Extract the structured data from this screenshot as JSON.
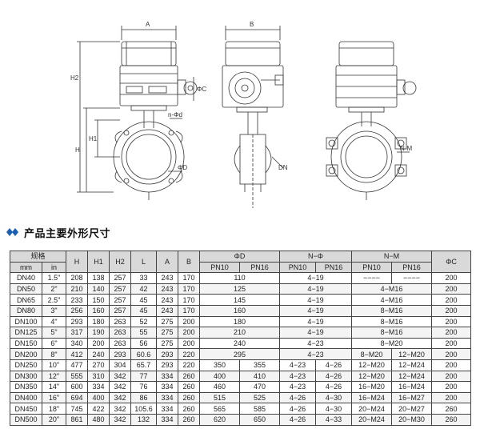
{
  "drawing": {
    "labels": [
      "A",
      "B",
      "H2",
      "H",
      "H1",
      "ΦC",
      "n-Φd",
      "ΦD",
      "DN",
      "N-M"
    ]
  },
  "section": {
    "title": "产品主要外形尺寸"
  },
  "table": {
    "header": {
      "spec": "规格",
      "mm": "mm",
      "in": "in",
      "H": "H",
      "H1": "H1",
      "H2": "H2",
      "L": "L",
      "A": "A",
      "B": "B",
      "PhiD": "ΦD",
      "NPhi": "N−Φ",
      "NM": "N−M",
      "PhiC": "ΦC",
      "PN10": "PN10",
      "PN16": "PN16"
    },
    "rows": [
      [
        "DN40",
        "1.5\"",
        "208",
        "138",
        "257",
        "33",
        "243",
        "170",
        "110",
        "",
        "4−19",
        "",
        "−−−−",
        "−−−−",
        "200"
      ],
      [
        "DN50",
        "2\"",
        "210",
        "140",
        "257",
        "42",
        "243",
        "170",
        "125",
        "",
        "4−19",
        "",
        "4−M16",
        "",
        "200"
      ],
      [
        "DN65",
        "2.5\"",
        "233",
        "150",
        "257",
        "45",
        "243",
        "170",
        "145",
        "",
        "4−19",
        "",
        "4−M16",
        "",
        "200"
      ],
      [
        "DN80",
        "3\"",
        "256",
        "160",
        "257",
        "45",
        "243",
        "170",
        "160",
        "",
        "4−19",
        "",
        "8−M16",
        "",
        "200"
      ],
      [
        "DN100",
        "4\"",
        "293",
        "180",
        "263",
        "52",
        "275",
        "200",
        "180",
        "",
        "4−19",
        "",
        "8−M16",
        "",
        "200"
      ],
      [
        "DN125",
        "5\"",
        "317",
        "190",
        "263",
        "55",
        "275",
        "200",
        "210",
        "",
        "4−19",
        "",
        "8−M16",
        "",
        "200"
      ],
      [
        "DN150",
        "6\"",
        "340",
        "200",
        "263",
        "56",
        "275",
        "200",
        "240",
        "",
        "4−23",
        "",
        "8−M20",
        "",
        "200"
      ],
      [
        "DN200",
        "8\"",
        "412",
        "240",
        "293",
        "60.6",
        "293",
        "220",
        "295",
        "",
        "4−23",
        "",
        "8−M20",
        "12−M20",
        "200"
      ],
      [
        "DN250",
        "10\"",
        "477",
        "270",
        "304",
        "65.7",
        "293",
        "220",
        "350",
        "355",
        "4−23",
        "4−26",
        "12−M20",
        "12−M24",
        "200"
      ],
      [
        "DN300",
        "12\"",
        "555",
        "310",
        "342",
        "77",
        "334",
        "260",
        "400",
        "410",
        "4−23",
        "4−26",
        "12−M20",
        "12−M24",
        "200"
      ],
      [
        "DN350",
        "14\"",
        "600",
        "334",
        "342",
        "76",
        "334",
        "260",
        "460",
        "470",
        "4−23",
        "4−26",
        "16−M20",
        "16−M24",
        "200"
      ],
      [
        "DN400",
        "16\"",
        "694",
        "400",
        "342",
        "86",
        "334",
        "260",
        "515",
        "525",
        "4−26",
        "4−30",
        "16−M24",
        "16−M27",
        "200"
      ],
      [
        "DN450",
        "18\"",
        "745",
        "422",
        "342",
        "105.6",
        "334",
        "260",
        "565",
        "585",
        "4−26",
        "4−30",
        "20−M24",
        "20−M27",
        "260"
      ],
      [
        "DN500",
        "20\"",
        "861",
        "480",
        "342",
        "132",
        "334",
        "260",
        "620",
        "650",
        "4−26",
        "4−33",
        "20−M24",
        "20−M30",
        "260"
      ]
    ]
  }
}
